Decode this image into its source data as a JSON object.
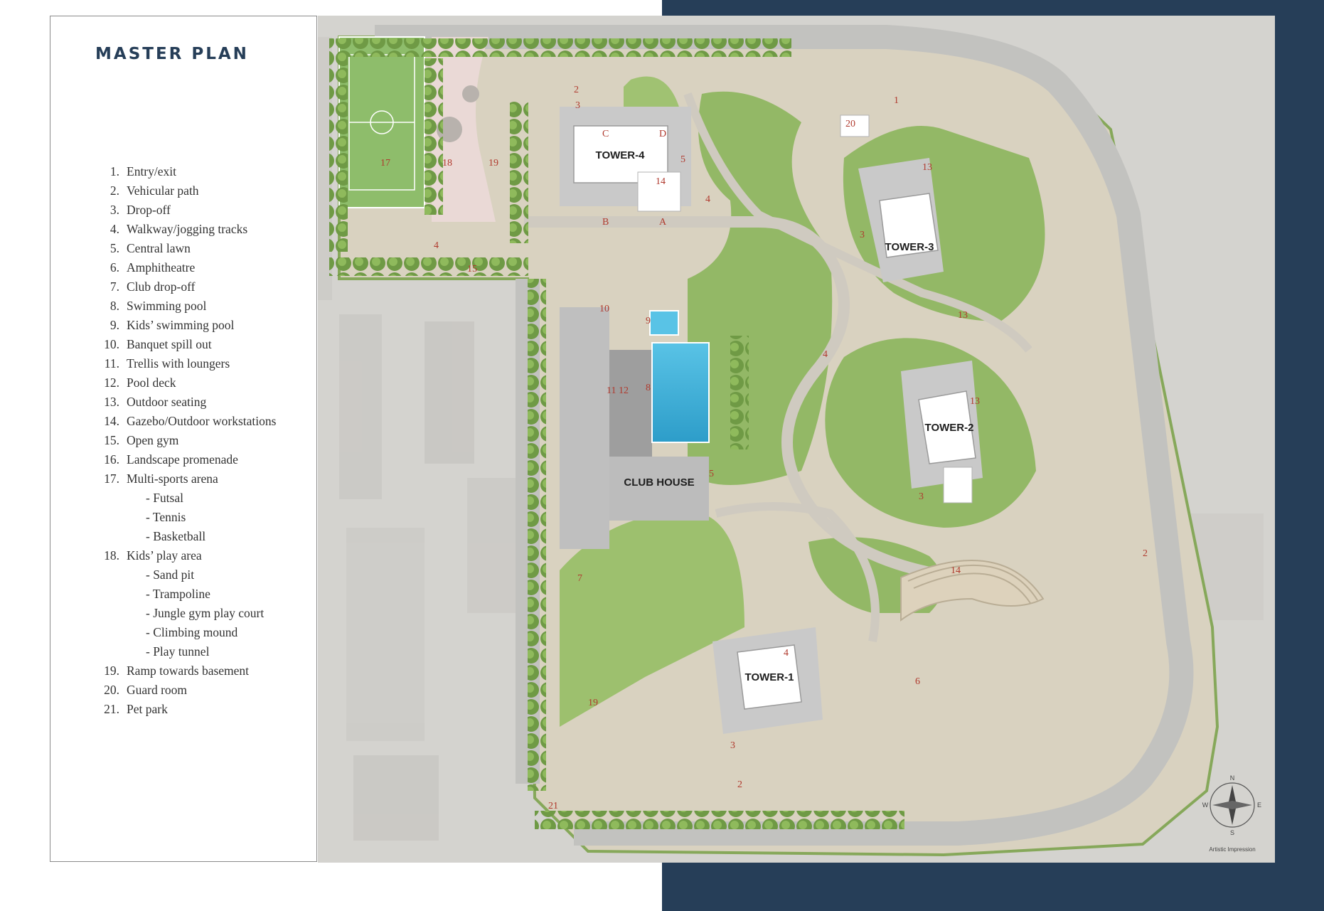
{
  "title": "MASTER PLAN",
  "legend": [
    {
      "num": "1.",
      "label": "Entry/exit",
      "subs": []
    },
    {
      "num": "2.",
      "label": "Vehicular path",
      "subs": []
    },
    {
      "num": "3.",
      "label": "Drop-off",
      "subs": []
    },
    {
      "num": "4.",
      "label": "Walkway/jogging tracks",
      "subs": []
    },
    {
      "num": "5.",
      "label": "Central lawn",
      "subs": []
    },
    {
      "num": "6.",
      "label": "Amphitheatre",
      "subs": []
    },
    {
      "num": "7.",
      "label": "Club drop-off",
      "subs": []
    },
    {
      "num": "8.",
      "label": "Swimming pool",
      "subs": []
    },
    {
      "num": "9.",
      "label": "Kids’ swimming pool",
      "subs": []
    },
    {
      "num": "10.",
      "label": "Banquet spill out",
      "subs": []
    },
    {
      "num": "11.",
      "label": "Trellis with loungers",
      "subs": []
    },
    {
      "num": "12.",
      "label": "Pool deck",
      "subs": []
    },
    {
      "num": "13.",
      "label": "Outdoor seating",
      "subs": []
    },
    {
      "num": "14.",
      "label": "Gazebo/Outdoor workstations",
      "subs": []
    },
    {
      "num": "15.",
      "label": "Open gym",
      "subs": []
    },
    {
      "num": "16.",
      "label": "Landscape promenade",
      "subs": []
    },
    {
      "num": "17.",
      "label": "Multi-sports arena",
      "subs": [
        "- Futsal",
        "- Tennis",
        "- Basketball"
      ]
    },
    {
      "num": "18.",
      "label": "Kids’ play area",
      "subs": [
        "- Sand pit",
        "- Trampoline",
        "- Jungle gym play court",
        "- Climbing mound",
        "- Play tunnel"
      ]
    },
    {
      "num": "19.",
      "label": "Ramp towards basement",
      "subs": []
    },
    {
      "num": "20.",
      "label": "Guard room",
      "subs": []
    },
    {
      "num": "21.",
      "label": "Pet park",
      "subs": []
    }
  ],
  "map": {
    "buildings": {
      "tower4": "TOWER-4",
      "tower3": "TOWER-3",
      "tower2": "TOWER-2",
      "tower1": "TOWER-1",
      "clubhouse": "CLUB HOUSE"
    },
    "wing_letters": {
      "a": "A",
      "b": "B",
      "c": "C",
      "d": "D"
    },
    "zones": {
      "z1": "1",
      "z2": "2",
      "z3": "3",
      "z4": "4",
      "z5": "5",
      "z6": "6",
      "z7": "7",
      "z8": "8",
      "z9": "9",
      "z10": "10",
      "z11": "11",
      "z12": "12",
      "z13": "13",
      "z14": "14",
      "z15": "15",
      "z17": "17",
      "z18": "18",
      "z19": "19",
      "z20": "20",
      "z21": "21"
    },
    "compass": {
      "n": "N",
      "s": "S",
      "e": "E",
      "w": "W"
    },
    "caption": "Artistic Impression"
  },
  "colors": {
    "navy": "#263e58",
    "lawn": "#93b866",
    "pool": "#45b6dc",
    "building": "#c9c9c9",
    "tower_core": "#ffffff"
  }
}
